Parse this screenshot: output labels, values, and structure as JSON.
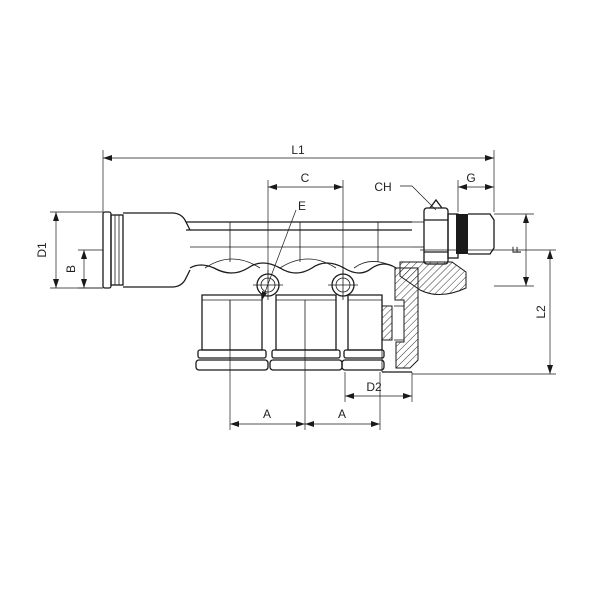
{
  "labels": {
    "L1": "L1",
    "C": "C",
    "CH": "CH",
    "G": "G",
    "E": "E",
    "D1": "D1",
    "B": "B",
    "F": "F",
    "L2": "L2",
    "D2": "D2",
    "A_left": "A",
    "A_right": "A"
  },
  "colors": {
    "line": "#1a1a1a",
    "seal": "#1a1a1a",
    "background": "#ffffff"
  }
}
